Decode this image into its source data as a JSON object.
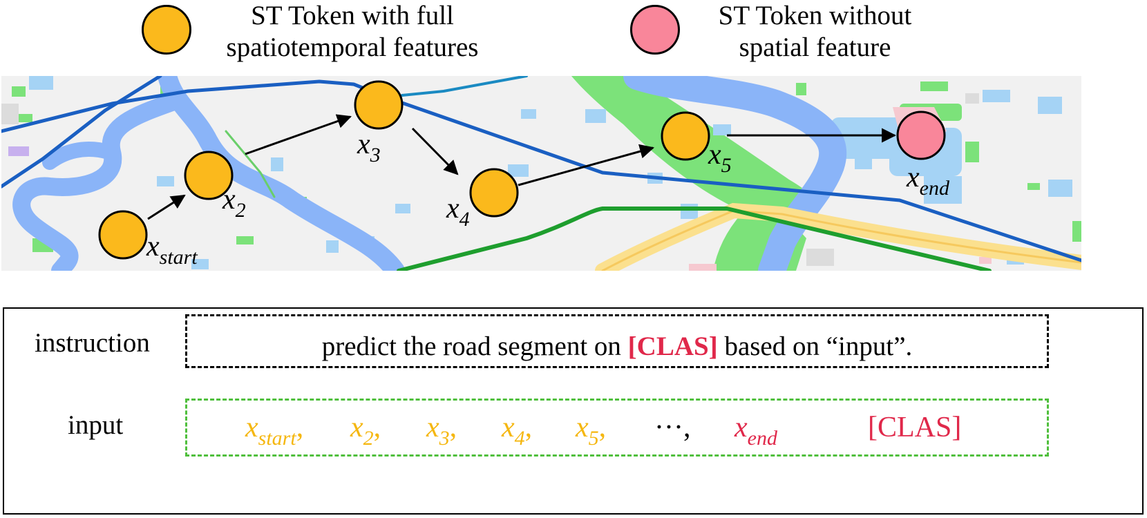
{
  "legend": {
    "full": {
      "line1": "ST Token with full",
      "line2": "spatiotemporal features",
      "color": "#fbb91c",
      "icon": "orange-circle"
    },
    "nospatial": {
      "line1": "ST Token without",
      "line2": "spatial feature",
      "color": "#f9869a",
      "icon": "pink-circle"
    }
  },
  "map": {
    "nodes": [
      {
        "id": "start",
        "var": "x",
        "sub": "start",
        "kind": "full"
      },
      {
        "id": "2",
        "var": "x",
        "sub": "2",
        "kind": "full"
      },
      {
        "id": "3",
        "var": "x",
        "sub": "3",
        "kind": "full"
      },
      {
        "id": "4",
        "var": "x",
        "sub": "4",
        "kind": "full"
      },
      {
        "id": "5",
        "var": "x",
        "sub": "5",
        "kind": "full"
      },
      {
        "id": "end",
        "var": "x",
        "sub": "end",
        "kind": "nospatial"
      }
    ]
  },
  "panel": {
    "instruction_label": "instruction",
    "instruction_pre": "predict the road segment on ",
    "instruction_token": "[CLAS]",
    "instruction_post": " based on  “input”.",
    "input_label": "input",
    "sequence": [
      {
        "var": "x",
        "sub": "start",
        "sep": ",",
        "color": "orange"
      },
      {
        "var": "x",
        "sub": "2",
        "sep": ",",
        "color": "orange"
      },
      {
        "var": "x",
        "sub": "3",
        "sep": ",",
        "color": "orange"
      },
      {
        "var": "x",
        "sub": "4",
        "sep": ",",
        "color": "orange"
      },
      {
        "var": "x",
        "sub": "5",
        "sep": ",",
        "color": "orange"
      },
      {
        "var": "···",
        "sub": "",
        "sep": ",",
        "color": "black"
      },
      {
        "var": "x",
        "sub": "end",
        "sep": "",
        "color": "red"
      },
      {
        "var": "[CLAS]",
        "sub": "",
        "sep": "",
        "color": "red"
      }
    ]
  },
  "colors": {
    "orange_text": "#f5b710",
    "red_text": "#e0284a",
    "instruction_border": "#000000",
    "input_border": "#4fbf3c"
  }
}
